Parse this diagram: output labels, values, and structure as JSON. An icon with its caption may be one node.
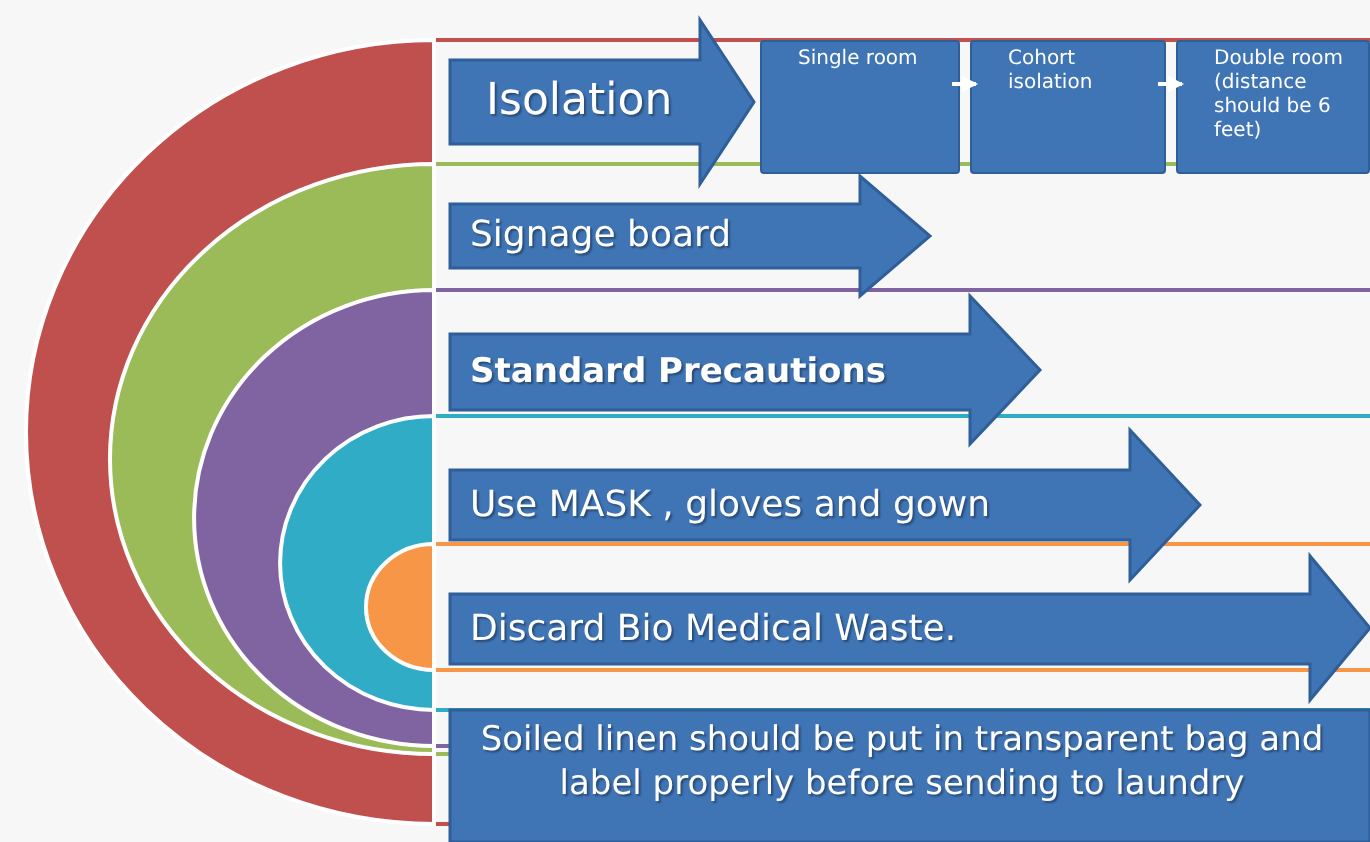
{
  "diagram": {
    "nodes": [
      {
        "text": [
          "Isolation"
        ]
      },
      {
        "text": [
          "Signage board"
        ]
      },
      {
        "text": [
          "Standard Precautions"
        ]
      },
      {
        "text": [
          "Use MASK , gloves  and  gown"
        ]
      },
      {
        "text": [
          "Discard Bio Medical Waste."
        ]
      },
      {
        "text": [
          "Soiled linen should be put in transparent bag and label properly before sending to  laundry"
        ]
      },
      {
        "text": [
          "Single room"
        ]
      },
      {
        "text": [
          "Cohort isolation"
        ]
      },
      {
        "text": [
          "Double room (distance should be 6 feet)"
        ]
      }
    ],
    "edges": [
      {
        "from": 6,
        "to": 7,
        "arrow": "to"
      },
      {
        "from": 7,
        "to": 8,
        "arrow": "to"
      }
    ]
  }
}
